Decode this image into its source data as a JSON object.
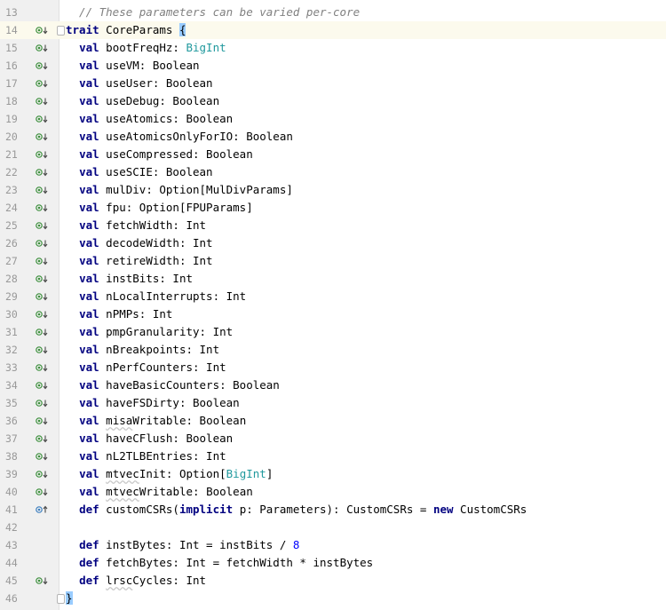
{
  "editor": {
    "current_line": 14,
    "colors": {
      "keyword": "#000080",
      "type_highlight": "#20999d",
      "number": "#0000ff",
      "comment": "#808080",
      "line_number": "#999999",
      "marker_green": "#3d8f3d",
      "marker_blue": "#3d7fbf",
      "current_line_bg": "#fcfaed"
    },
    "lines": [
      {
        "number": "13",
        "marker": "",
        "tokens": [
          {
            "t": "  // These parameters can be varied per-core",
            "c": "comment"
          }
        ]
      },
      {
        "number": "14",
        "marker": "implemented-icon",
        "fold": true,
        "tokens": [
          {
            "t": "trait",
            "c": "kw"
          },
          {
            "t": " CoreParams "
          },
          {
            "t": "{",
            "c": "brace-hl"
          }
        ]
      },
      {
        "number": "15",
        "marker": "implemented-icon",
        "tokens": [
          {
            "t": "  "
          },
          {
            "t": "val",
            "c": "kw"
          },
          {
            "t": " bootFreqHz: "
          },
          {
            "t": "BigInt",
            "c": "type-hl"
          }
        ]
      },
      {
        "number": "16",
        "marker": "implemented-icon",
        "tokens": [
          {
            "t": "  "
          },
          {
            "t": "val",
            "c": "kw"
          },
          {
            "t": " useVM: Boolean"
          }
        ]
      },
      {
        "number": "17",
        "marker": "implemented-icon",
        "tokens": [
          {
            "t": "  "
          },
          {
            "t": "val",
            "c": "kw"
          },
          {
            "t": " useUser: Boolean"
          }
        ]
      },
      {
        "number": "18",
        "marker": "implemented-icon",
        "tokens": [
          {
            "t": "  "
          },
          {
            "t": "val",
            "c": "kw"
          },
          {
            "t": " useDebug: Boolean"
          }
        ]
      },
      {
        "number": "19",
        "marker": "implemented-icon",
        "tokens": [
          {
            "t": "  "
          },
          {
            "t": "val",
            "c": "kw"
          },
          {
            "t": " useAtomics: Boolean"
          }
        ]
      },
      {
        "number": "20",
        "marker": "implemented-icon",
        "tokens": [
          {
            "t": "  "
          },
          {
            "t": "val",
            "c": "kw"
          },
          {
            "t": " useAtomicsOnlyForIO: Boolean"
          }
        ]
      },
      {
        "number": "21",
        "marker": "implemented-icon",
        "tokens": [
          {
            "t": "  "
          },
          {
            "t": "val",
            "c": "kw"
          },
          {
            "t": " useCompressed: Boolean"
          }
        ]
      },
      {
        "number": "22",
        "marker": "implemented-icon",
        "tokens": [
          {
            "t": "  "
          },
          {
            "t": "val",
            "c": "kw"
          },
          {
            "t": " useSCIE: Boolean"
          }
        ]
      },
      {
        "number": "23",
        "marker": "implemented-icon",
        "tokens": [
          {
            "t": "  "
          },
          {
            "t": "val",
            "c": "kw"
          },
          {
            "t": " mulDiv: Option[MulDivParams]"
          }
        ]
      },
      {
        "number": "24",
        "marker": "implemented-icon",
        "tokens": [
          {
            "t": "  "
          },
          {
            "t": "val",
            "c": "kw"
          },
          {
            "t": " fpu: Option[FPUParams]"
          }
        ]
      },
      {
        "number": "25",
        "marker": "implemented-icon",
        "tokens": [
          {
            "t": "  "
          },
          {
            "t": "val",
            "c": "kw"
          },
          {
            "t": " fetchWidth: Int"
          }
        ]
      },
      {
        "number": "26",
        "marker": "implemented-icon",
        "tokens": [
          {
            "t": "  "
          },
          {
            "t": "val",
            "c": "kw"
          },
          {
            "t": " decodeWidth: Int"
          }
        ]
      },
      {
        "number": "27",
        "marker": "implemented-icon",
        "tokens": [
          {
            "t": "  "
          },
          {
            "t": "val",
            "c": "kw"
          },
          {
            "t": " retireWidth: Int"
          }
        ]
      },
      {
        "number": "28",
        "marker": "implemented-icon",
        "tokens": [
          {
            "t": "  "
          },
          {
            "t": "val",
            "c": "kw"
          },
          {
            "t": " instBits: Int"
          }
        ]
      },
      {
        "number": "29",
        "marker": "implemented-icon",
        "tokens": [
          {
            "t": "  "
          },
          {
            "t": "val",
            "c": "kw"
          },
          {
            "t": " nLocalInterrupts: Int"
          }
        ]
      },
      {
        "number": "30",
        "marker": "implemented-icon",
        "tokens": [
          {
            "t": "  "
          },
          {
            "t": "val",
            "c": "kw"
          },
          {
            "t": " nPMPs: Int"
          }
        ]
      },
      {
        "number": "31",
        "marker": "implemented-icon",
        "tokens": [
          {
            "t": "  "
          },
          {
            "t": "val",
            "c": "kw"
          },
          {
            "t": " pmpGranularity: Int"
          }
        ]
      },
      {
        "number": "32",
        "marker": "implemented-icon",
        "tokens": [
          {
            "t": "  "
          },
          {
            "t": "val",
            "c": "kw"
          },
          {
            "t": " nBreakpoints: Int"
          }
        ]
      },
      {
        "number": "33",
        "marker": "implemented-icon",
        "tokens": [
          {
            "t": "  "
          },
          {
            "t": "val",
            "c": "kw"
          },
          {
            "t": " nPerfCounters: Int"
          }
        ]
      },
      {
        "number": "34",
        "marker": "implemented-icon",
        "tokens": [
          {
            "t": "  "
          },
          {
            "t": "val",
            "c": "kw"
          },
          {
            "t": " haveBasicCounters: Boolean"
          }
        ]
      },
      {
        "number": "35",
        "marker": "implemented-icon",
        "tokens": [
          {
            "t": "  "
          },
          {
            "t": "val",
            "c": "kw"
          },
          {
            "t": " haveFSDirty: Boolean"
          }
        ]
      },
      {
        "number": "36",
        "marker": "implemented-icon",
        "tokens": [
          {
            "t": "  "
          },
          {
            "t": "val",
            "c": "kw"
          },
          {
            "t": " "
          },
          {
            "t": "misa",
            "c": "squiggle"
          },
          {
            "t": "Writable: Boolean"
          }
        ]
      },
      {
        "number": "37",
        "marker": "implemented-icon",
        "tokens": [
          {
            "t": "  "
          },
          {
            "t": "val",
            "c": "kw"
          },
          {
            "t": " haveCFlush: Boolean"
          }
        ]
      },
      {
        "number": "38",
        "marker": "implemented-icon",
        "tokens": [
          {
            "t": "  "
          },
          {
            "t": "val",
            "c": "kw"
          },
          {
            "t": " nL2TLBEntries: Int"
          }
        ]
      },
      {
        "number": "39",
        "marker": "implemented-icon",
        "tokens": [
          {
            "t": "  "
          },
          {
            "t": "val",
            "c": "kw"
          },
          {
            "t": " "
          },
          {
            "t": "mtvec",
            "c": "squiggle"
          },
          {
            "t": "Init: Option["
          },
          {
            "t": "BigInt",
            "c": "type-hl"
          },
          {
            "t": "]"
          }
        ]
      },
      {
        "number": "40",
        "marker": "implemented-icon",
        "tokens": [
          {
            "t": "  "
          },
          {
            "t": "val",
            "c": "kw"
          },
          {
            "t": " "
          },
          {
            "t": "mtvec",
            "c": "squiggle"
          },
          {
            "t": "Writable: Boolean"
          }
        ]
      },
      {
        "number": "41",
        "marker": "overridden-icon",
        "tokens": [
          {
            "t": "  "
          },
          {
            "t": "def",
            "c": "kw"
          },
          {
            "t": " customCSRs("
          },
          {
            "t": "implicit",
            "c": "kw"
          },
          {
            "t": " p: Parameters): CustomCSRs = "
          },
          {
            "t": "new",
            "c": "kw"
          },
          {
            "t": " CustomCSRs"
          }
        ]
      },
      {
        "number": "42",
        "marker": "",
        "tokens": []
      },
      {
        "number": "43",
        "marker": "",
        "tokens": [
          {
            "t": "  "
          },
          {
            "t": "def",
            "c": "kw"
          },
          {
            "t": " instBytes: Int = instBits / "
          },
          {
            "t": "8",
            "c": "num"
          }
        ]
      },
      {
        "number": "44",
        "marker": "",
        "tokens": [
          {
            "t": "  "
          },
          {
            "t": "def",
            "c": "kw"
          },
          {
            "t": " fetchBytes: Int = fetchWidth * instBytes"
          }
        ]
      },
      {
        "number": "45",
        "marker": "implemented-icon",
        "tokens": [
          {
            "t": "  "
          },
          {
            "t": "def",
            "c": "kw"
          },
          {
            "t": " "
          },
          {
            "t": "lrsc",
            "c": "squiggle"
          },
          {
            "t": "Cycles: Int"
          }
        ]
      },
      {
        "number": "46",
        "marker": "",
        "fold_end": true,
        "tokens": [
          {
            "t": "}",
            "c": "brace-hl"
          }
        ]
      }
    ]
  }
}
